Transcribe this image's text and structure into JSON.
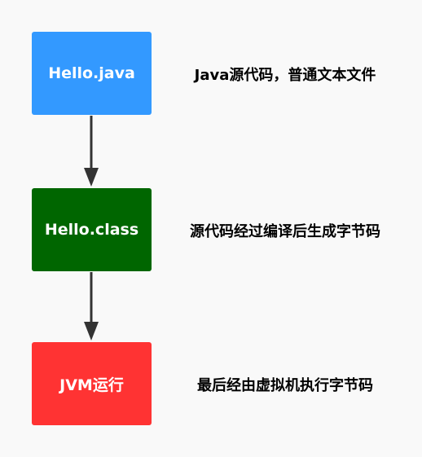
{
  "steps": [
    {
      "label": "Hello.java",
      "description": "Java源代码，普通文本文件",
      "color": "#3399ff"
    },
    {
      "label": "Hello.class",
      "description": "源代码经过编译后生成字节码",
      "color": "#006600"
    },
    {
      "label": "JVM运行",
      "description": "最后经由虚拟机执行字节码",
      "color": "#ff3333"
    }
  ],
  "arrow_color": "#333333"
}
